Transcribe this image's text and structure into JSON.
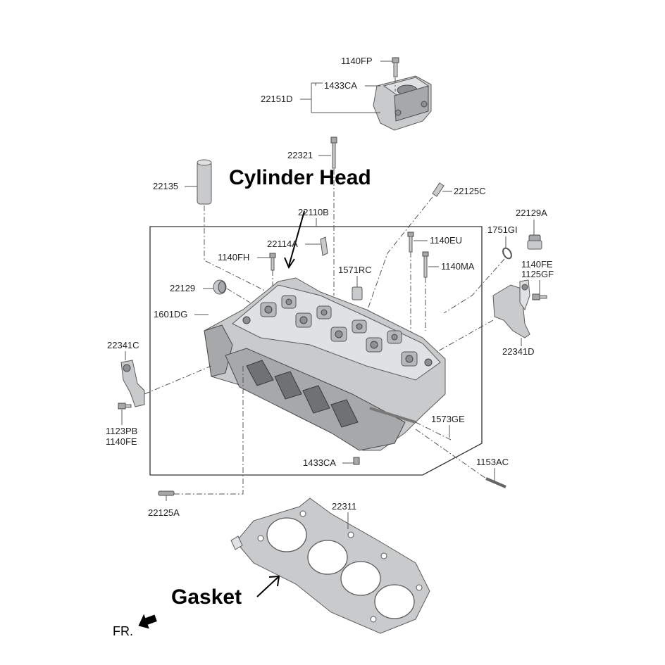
{
  "labels": {
    "cylinder_head": "Cylinder Head",
    "gasket": "Gasket",
    "front": "FR."
  },
  "parts": {
    "p1140FP": "1140FP",
    "p1433CA_top": "1433CA",
    "p22151D": "22151D",
    "p22321": "22321",
    "p22135": "22135",
    "p22125C": "22125C",
    "p22110B": "22110B",
    "p22129A": "22129A",
    "p1751GI": "1751GI",
    "p22114A": "22114A",
    "p1140EU": "1140EU",
    "p1140FH": "1140FH",
    "p1571RC": "1571RC",
    "p1140MA": "1140MA",
    "p1140FE_r": "1140FE",
    "p1125GF": "1125GF",
    "p22129": "22129",
    "p1601DG": "1601DG",
    "p22341D": "22341D",
    "p22341C": "22341C",
    "p1123PB": "1123PB",
    "p1140FE_l": "1140FE",
    "p1573GE": "1573GE",
    "p1433CA_bot": "1433CA",
    "p1153AC": "1153AC",
    "p22125A": "22125A",
    "p22311": "22311"
  }
}
